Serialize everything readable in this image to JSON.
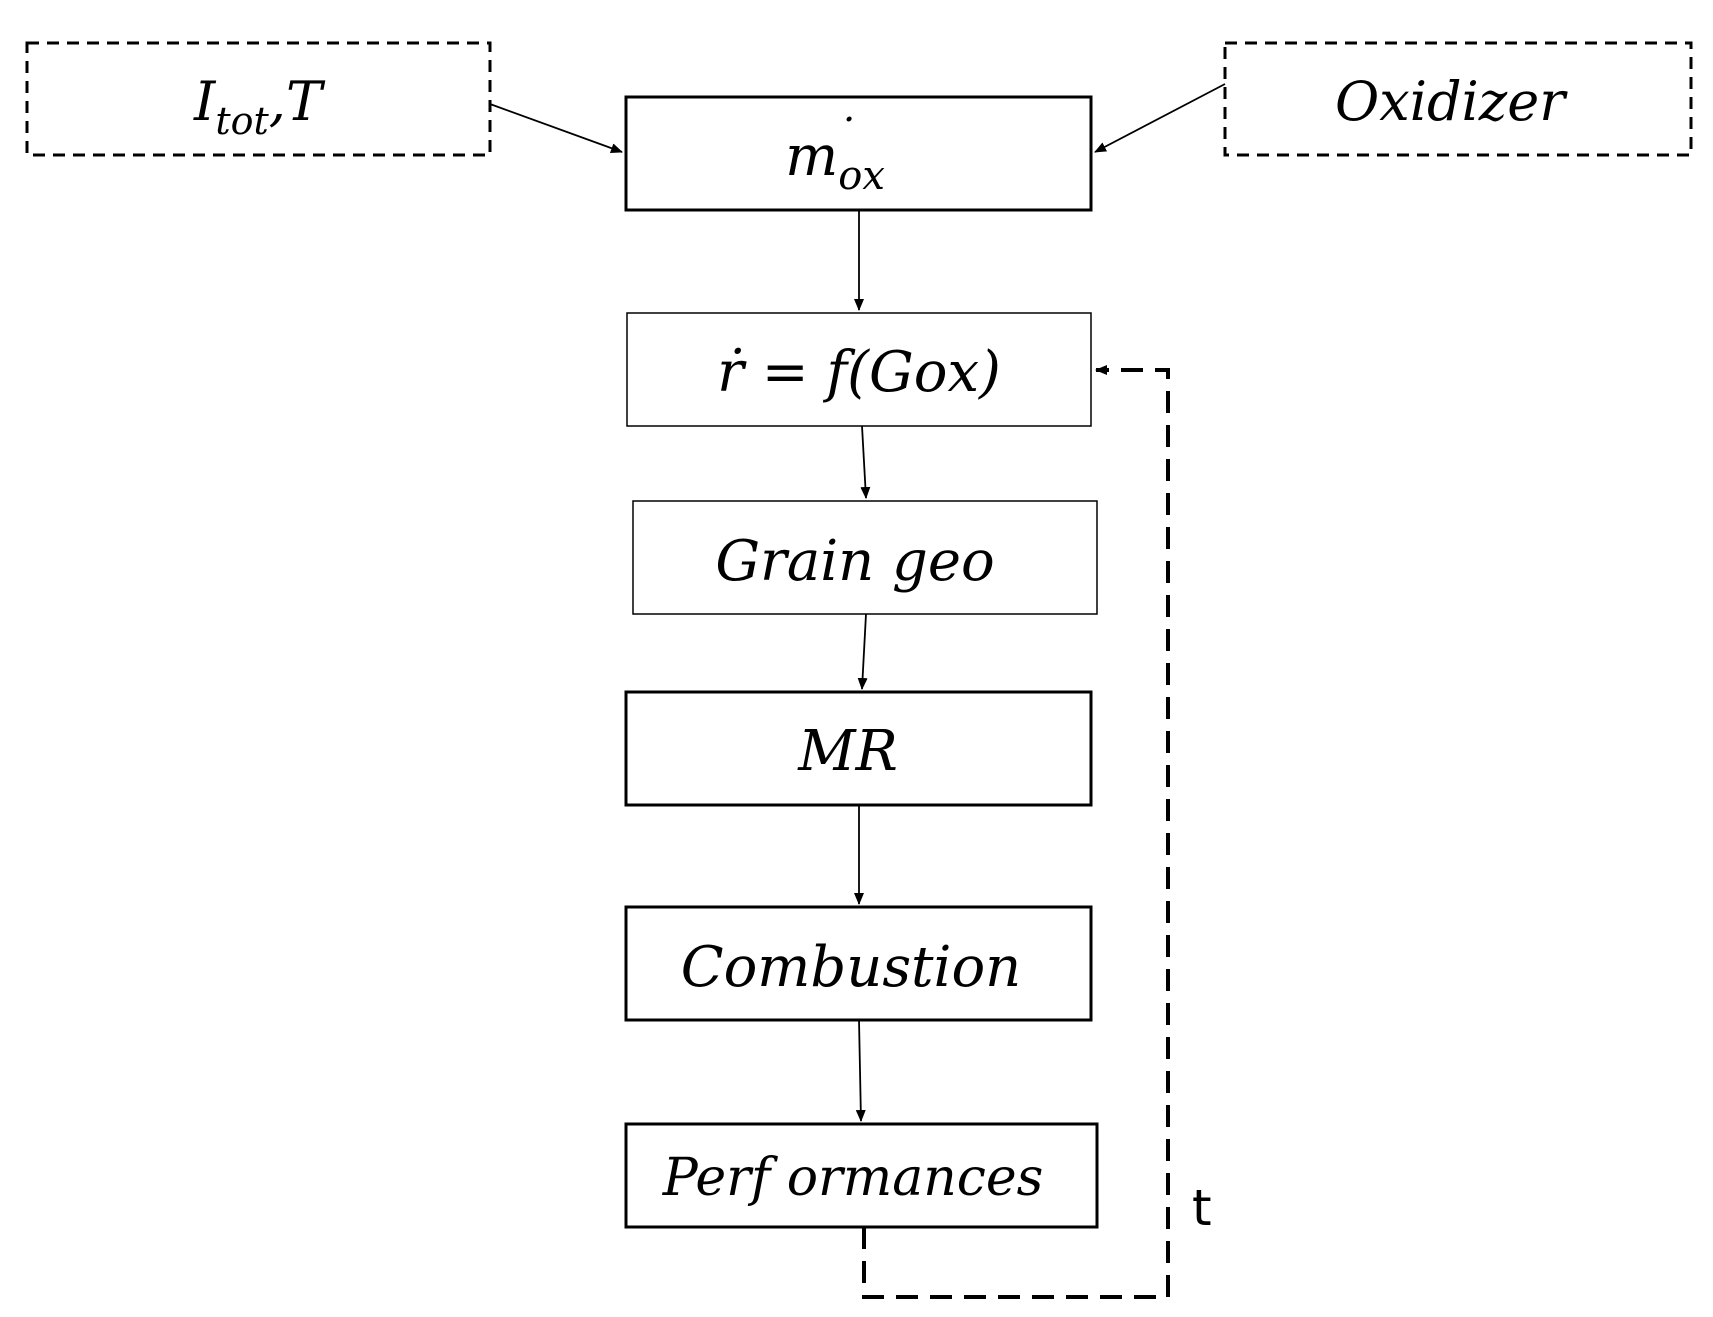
{
  "diagram": {
    "inputs": {
      "current_temp": {
        "main": "I",
        "subscript": "tot",
        "suffix": ",T"
      },
      "oxidizer": "Oxidizer"
    },
    "nodes": {
      "mass_flow": {
        "main": "m",
        "dot": "˙",
        "subscript": "ox"
      },
      "regression": "ṙ = f(Gox)",
      "grain": "Grain geo",
      "mixture": "MR",
      "combustion": "Combustion",
      "performances": "Perf ormances"
    },
    "loop_label": "t",
    "colors": {
      "stroke": "#000000",
      "background": "#ffffff"
    }
  }
}
